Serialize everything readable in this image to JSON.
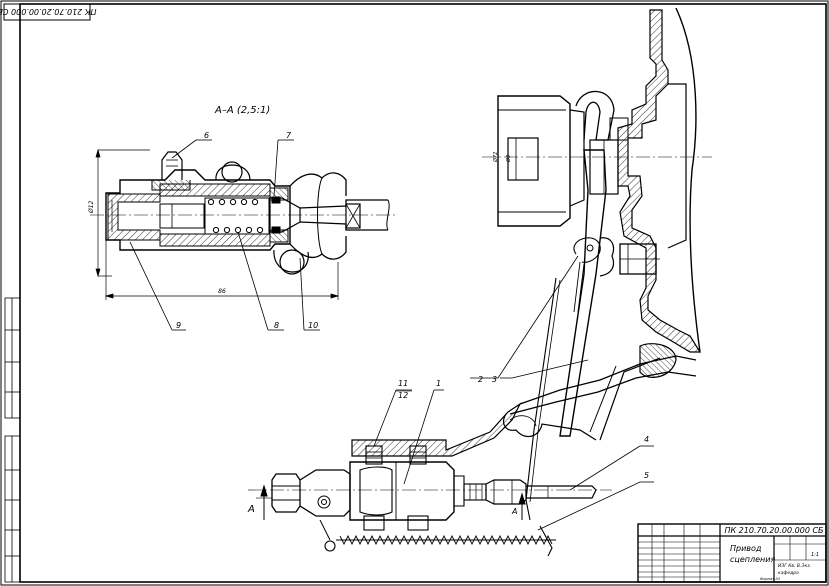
{
  "stamp_code_rotated": "ПК 210.70.20.00.000 СБ",
  "section_title": "А–А (2,5:1)",
  "view_marker": "А",
  "dimensions": {
    "d_left": "Ø12",
    "length": "86",
    "d_right": "Ø72",
    "d_right2": "Ø3"
  },
  "callouts": [
    "1",
    "2",
    "3",
    "4",
    "5",
    "6",
    "7",
    "8",
    "9",
    "10",
    "11",
    "12"
  ],
  "title_block": {
    "designation": "ПК 210.70.20.00.000 СБ",
    "name_line1": "Привод",
    "name_line2": "сцепления",
    "sheet_info": "ИЗГ Кв. В.Экз.",
    "org": "кафедра",
    "scale": "1:1",
    "sheet": "1",
    "format": "Формат А3"
  }
}
